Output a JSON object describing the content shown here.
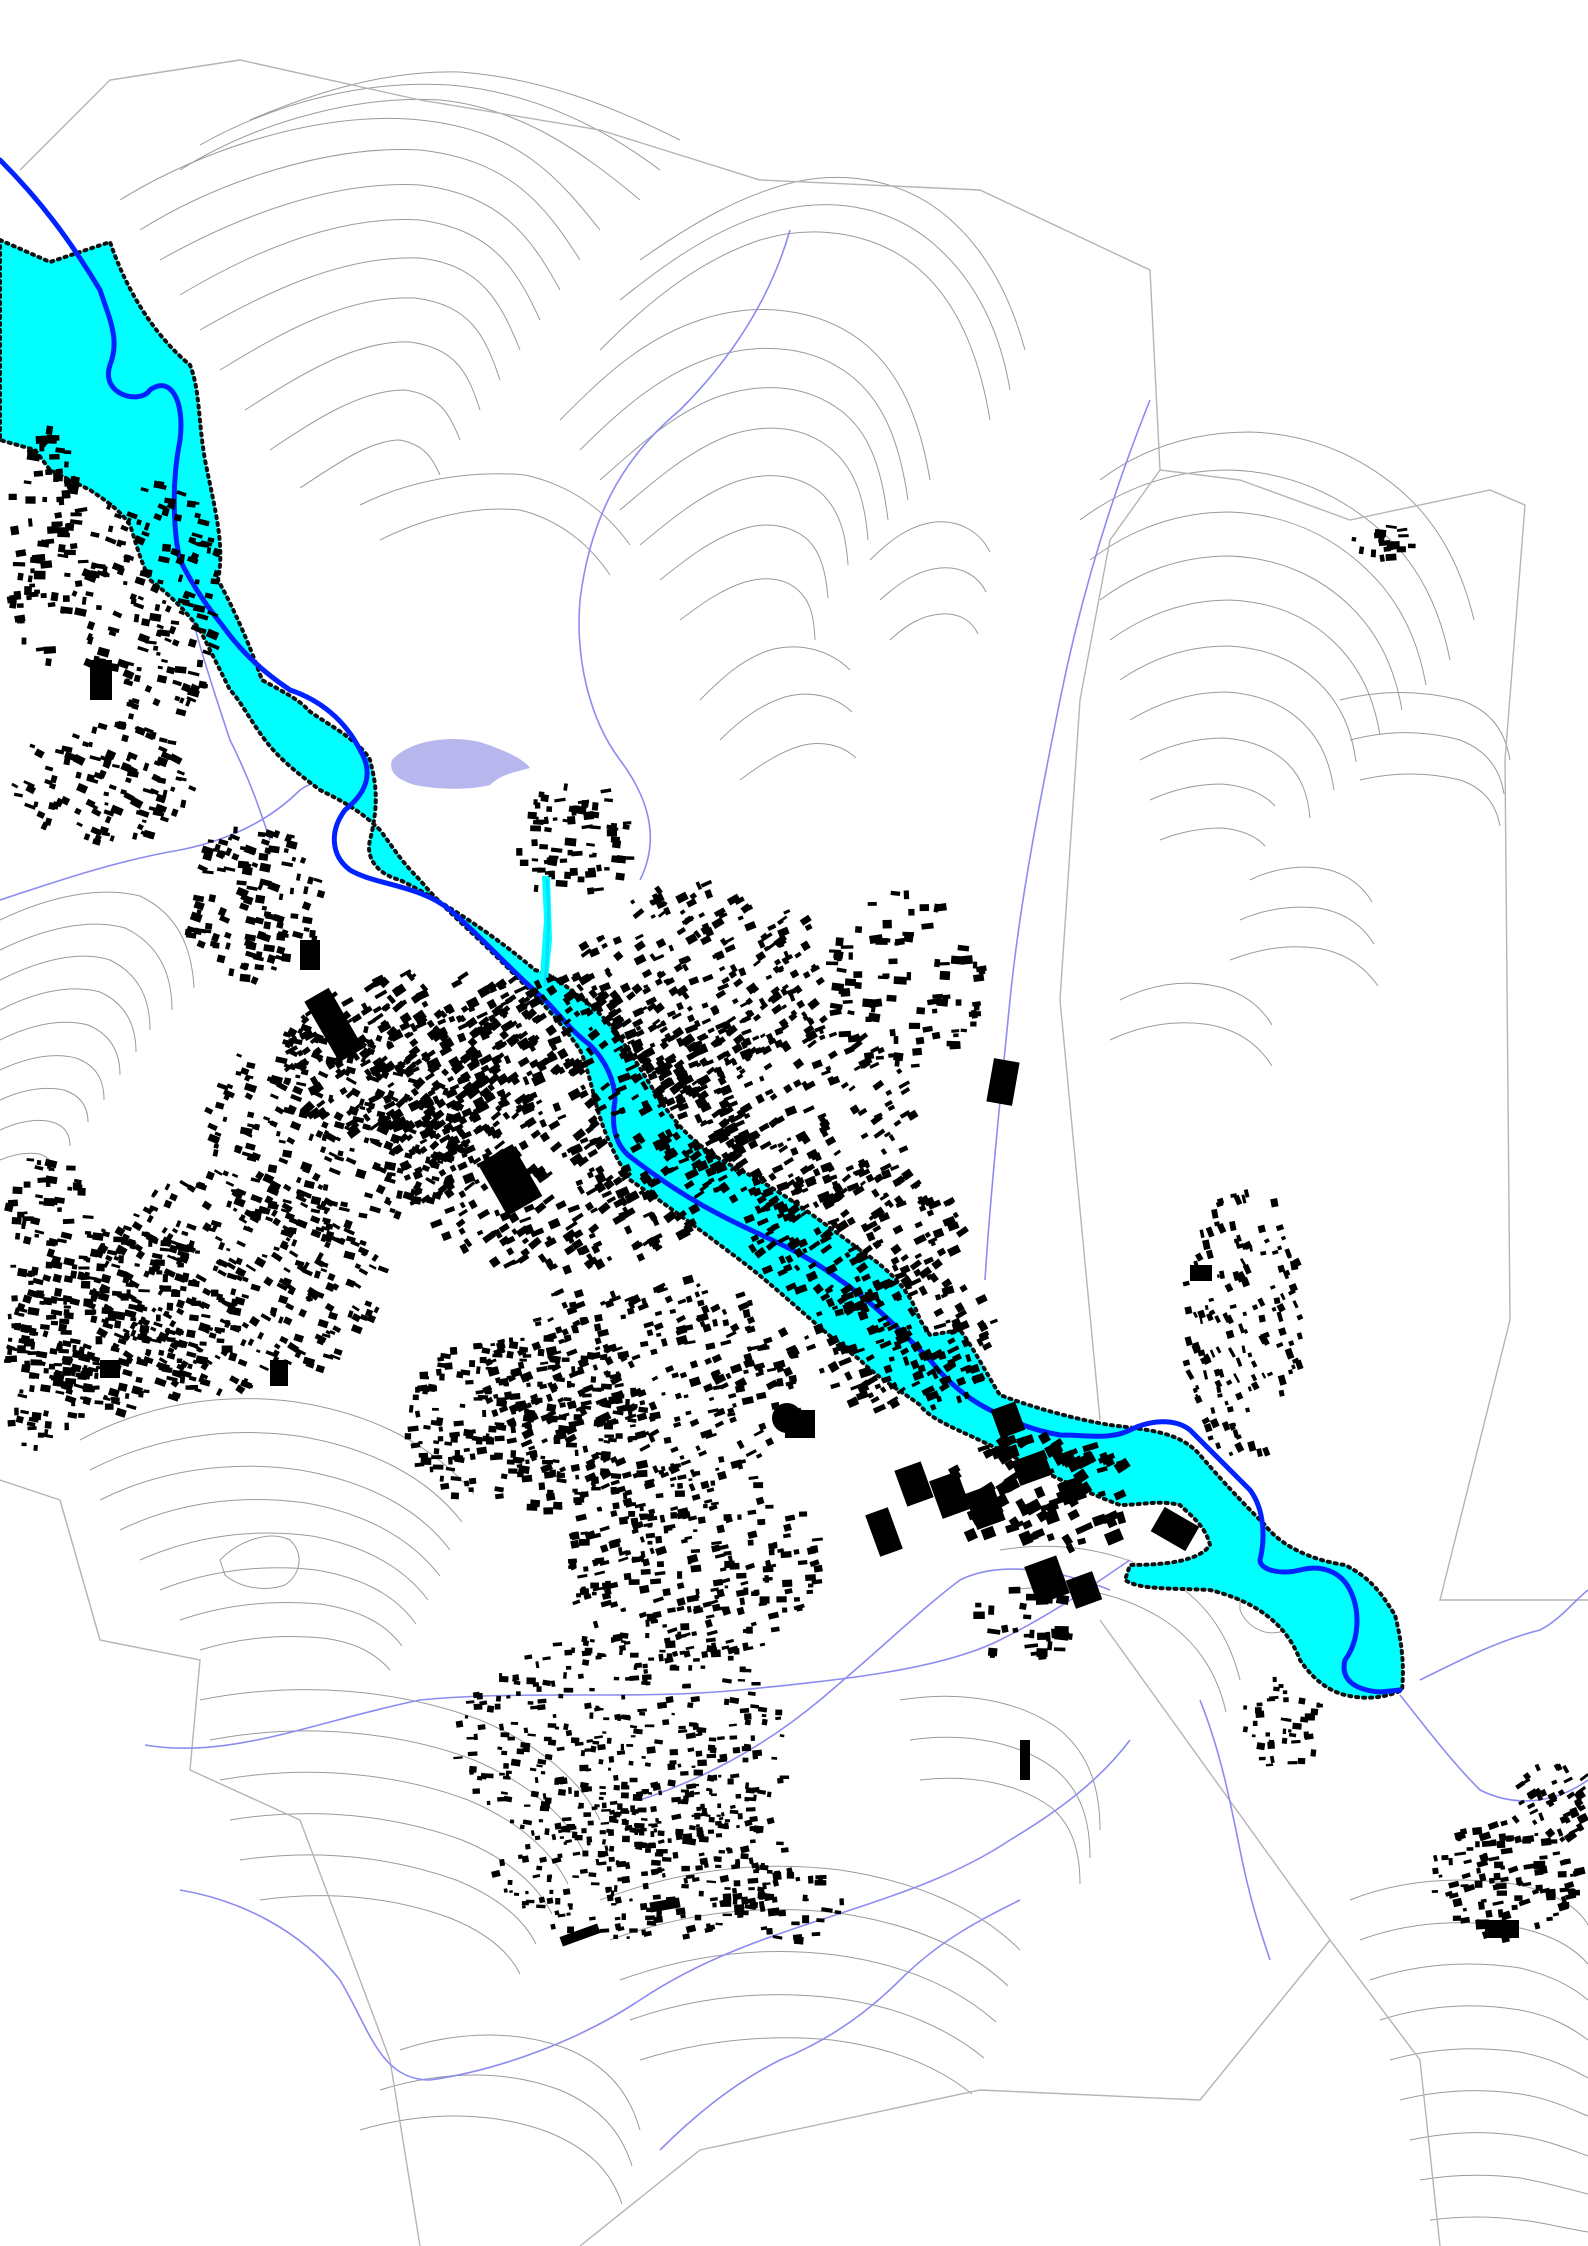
{
  "map": {
    "colors": {
      "background": "#ffffff",
      "floodplain": "#00ffff",
      "river": "#0022ff",
      "tributary": "#8c8cf0",
      "lake": "#b7b7ee",
      "contour": "#9a9a9a",
      "buildings": "#000000",
      "floodplain_border": "#111111"
    },
    "layers": [
      "contour-lines",
      "municipal-boundary",
      "streams",
      "lake",
      "floodplain-zone",
      "main-river",
      "buildings"
    ]
  }
}
